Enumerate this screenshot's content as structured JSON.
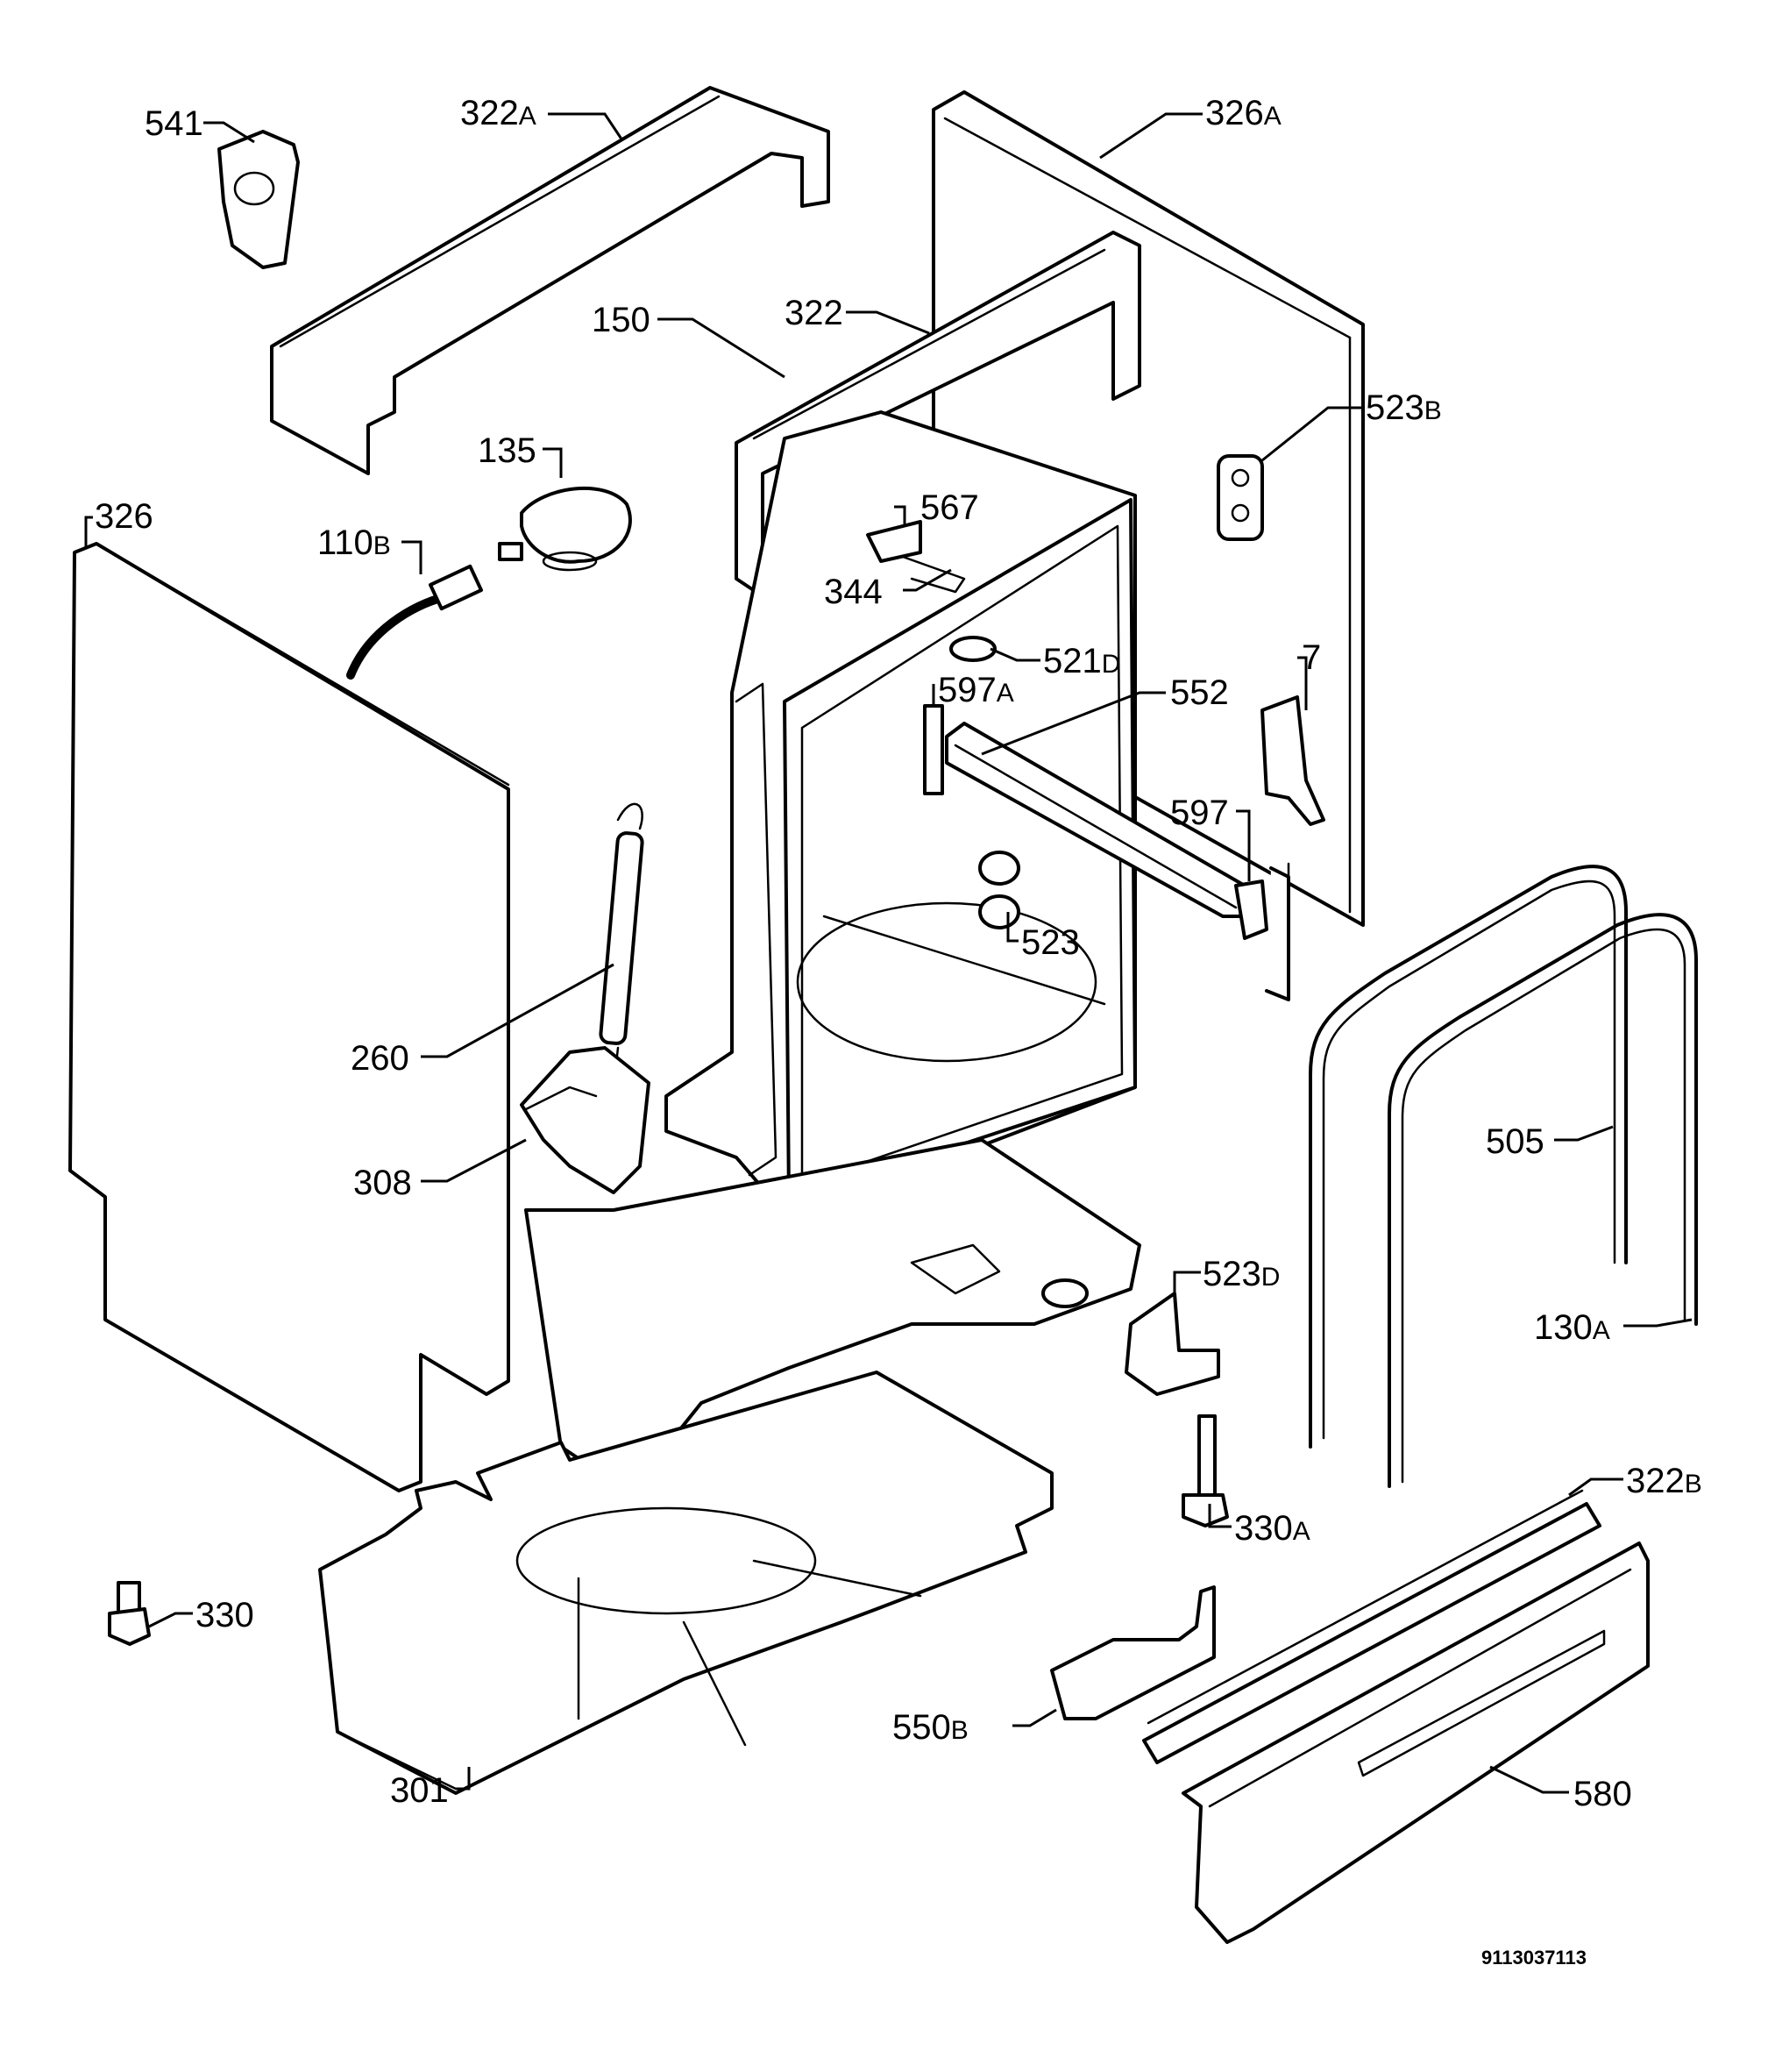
{
  "labels": [
    {
      "id": "541",
      "num": "541",
      "suffix": ""
    },
    {
      "id": "322A",
      "num": "322",
      "suffix": "A"
    },
    {
      "id": "326A",
      "num": "326",
      "suffix": "A"
    },
    {
      "id": "150",
      "num": "150",
      "suffix": ""
    },
    {
      "id": "322",
      "num": "322",
      "suffix": ""
    },
    {
      "id": "523B",
      "num": "523",
      "suffix": "B"
    },
    {
      "id": "135",
      "num": "135",
      "suffix": ""
    },
    {
      "id": "326",
      "num": "326",
      "suffix": ""
    },
    {
      "id": "110B",
      "num": "110",
      "suffix": "B"
    },
    {
      "id": "567",
      "num": "567",
      "suffix": ""
    },
    {
      "id": "344",
      "num": "344",
      "suffix": ""
    },
    {
      "id": "521D",
      "num": "521",
      "suffix": "D"
    },
    {
      "id": "597A",
      "num": "597",
      "suffix": "A"
    },
    {
      "id": "552",
      "num": "552",
      "suffix": ""
    },
    {
      "id": "7",
      "num": "7",
      "suffix": ""
    },
    {
      "id": "597",
      "num": "597",
      "suffix": ""
    },
    {
      "id": "523",
      "num": "523",
      "suffix": ""
    },
    {
      "id": "260",
      "num": "260",
      "suffix": ""
    },
    {
      "id": "505",
      "num": "505",
      "suffix": ""
    },
    {
      "id": "308",
      "num": "308",
      "suffix": ""
    },
    {
      "id": "523D",
      "num": "523",
      "suffix": "D"
    },
    {
      "id": "130A",
      "num": "130",
      "suffix": "A"
    },
    {
      "id": "322B",
      "num": "322",
      "suffix": "B"
    },
    {
      "id": "330A",
      "num": "330",
      "suffix": "A"
    },
    {
      "id": "330",
      "num": "330",
      "suffix": ""
    },
    {
      "id": "550B",
      "num": "550",
      "suffix": "B"
    },
    {
      "id": "580",
      "num": "580",
      "suffix": ""
    },
    {
      "id": "301",
      "num": "301",
      "suffix": ""
    }
  ],
  "document_number": "9113037113"
}
